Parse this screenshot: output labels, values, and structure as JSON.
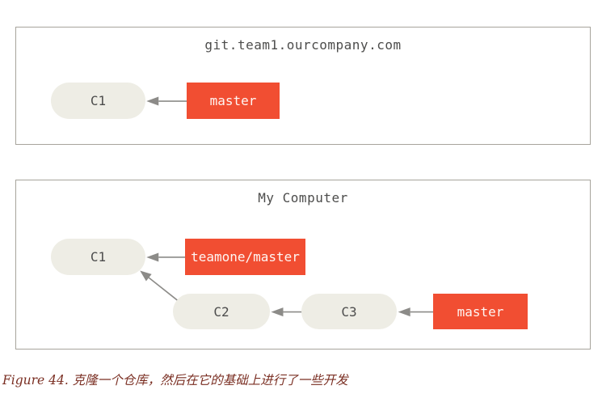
{
  "colors": {
    "branch_bg": "#f14e32",
    "branch_text": "#fef6f3",
    "commit_bg": "#eeede5",
    "commit_text": "#4c4c4c",
    "arrow": "#8c8b88",
    "panel_border": "#a7a49c",
    "caption_text": "#7a2e22"
  },
  "panels": [
    {
      "title": "git.team1.ourcompany.com",
      "commits": [
        {
          "id": "C1"
        }
      ],
      "branches": [
        {
          "label": "master",
          "points_to": "C1"
        }
      ]
    },
    {
      "title": "My Computer",
      "commits": [
        {
          "id": "C1"
        },
        {
          "id": "C2",
          "parent": "C1"
        },
        {
          "id": "C3",
          "parent": "C2"
        }
      ],
      "branches": [
        {
          "label": "teamone/master",
          "points_to": "C1"
        },
        {
          "label": "master",
          "points_to": "C3"
        }
      ]
    }
  ],
  "caption": "Figure 44. 克隆一个仓库，然后在它的基础上进行了一些开发"
}
